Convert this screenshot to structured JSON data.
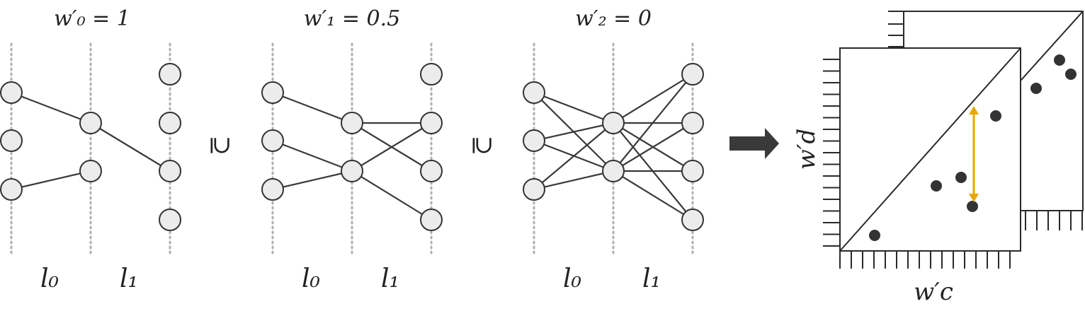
{
  "panels": [
    {
      "weight_label": "w′₀ = 1",
      "layer_labels": [
        "l₀",
        "l₁"
      ]
    },
    {
      "weight_label": "w′₁ = 0.5",
      "layer_labels": [
        "l₀",
        "l₁"
      ]
    },
    {
      "weight_label": "w′₂ = 0",
      "layer_labels": [
        "l₀",
        "l₁"
      ]
    }
  ],
  "subset_symbol": "⊇",
  "plot": {
    "xlabel": "w′c",
    "ylabel": "w′d",
    "colors": {
      "arrow": "#e6a800",
      "dots": "#333333",
      "nodes": "#ececec"
    }
  }
}
